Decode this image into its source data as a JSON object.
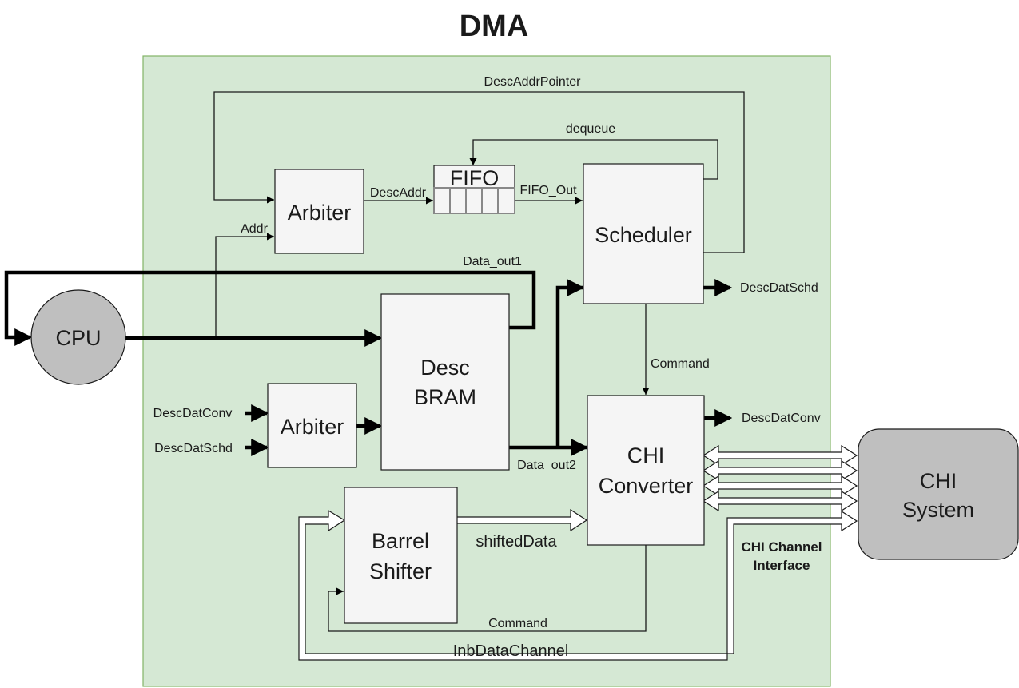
{
  "title": "DMA",
  "colors": {
    "dma_region": "#d5e8d4",
    "dma_region_border": "#82b366",
    "block_fill": "#f5f5f5",
    "external_fill": "#bfbfbf",
    "line": "#000000"
  },
  "blocks": {
    "arbiter_top": "Arbiter",
    "arbiter_bottom": "Arbiter",
    "fifo": "FIFO",
    "scheduler": "Scheduler",
    "cpu": "CPU",
    "desc_bram": [
      "Desc",
      "BRAM"
    ],
    "chi_converter": [
      "CHI",
      "Converter"
    ],
    "barrel_shifter": [
      "Barrel",
      "Shifter"
    ],
    "chi_system": [
      "CHI",
      "System"
    ]
  },
  "signals": {
    "desc_addr_pointer": "DescAddrPointer",
    "dequeue": "dequeue",
    "desc_addr": "DescAddr",
    "fifo_out": "FIFO_Out",
    "addr": "Addr",
    "data_out1": "Data_out1",
    "desc_dat_schd_out": "DescDatSchd",
    "command_sched": "Command",
    "desc_dat_conv_in": "DescDatConv",
    "desc_dat_schd_in": "DescDatSchd",
    "desc_dat_conv_out": "DescDatConv",
    "data_out2": "Data_out2",
    "shifted_data": "shiftedData",
    "command_conv": "Command",
    "inb_data_channel": "InbDataChannel",
    "chi_channel_interface": [
      "CHI Channel",
      "Interface"
    ]
  }
}
